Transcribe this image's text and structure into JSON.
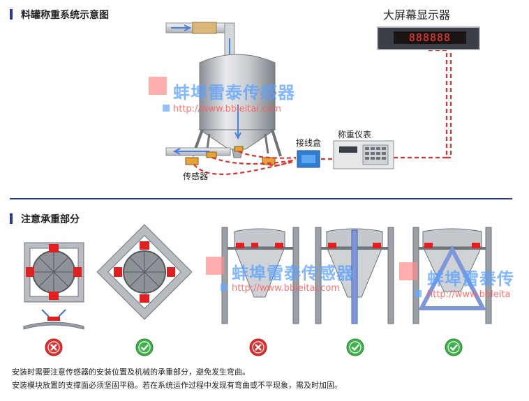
{
  "section1": {
    "title": "料罐称重系统示意图"
  },
  "section2": {
    "title": "注意承重部分"
  },
  "labels": {
    "big_screen": "大屏幕显示器",
    "display_digits": "888888",
    "junction_box": "接线盒",
    "weighing_instrument": "称重仪表",
    "sensor": "传感器"
  },
  "watermark": {
    "brand": "蚌埠雷泰传感器",
    "brand_partial": "蚌埠雷泰传",
    "url": "http://www.bbleitai.com",
    "url_partial": "http://www.bbleita"
  },
  "status_icons": [
    "cross-icon",
    "check-icon",
    "cross-icon",
    "check-icon",
    "check-icon"
  ],
  "notes": [
    "安装时需要注意传感器的安装位置及机械的承重部分，避免发生弯曲。",
    "安装模块放置的支撑面必须坚固平稳。若在系统运作过程中发现有弯曲或不平现象，需及时加固。"
  ],
  "colors": {
    "accent": "#2b3a8c",
    "signal_line": "#e03030",
    "cross": "#e03030",
    "check": "#3fb24a"
  }
}
